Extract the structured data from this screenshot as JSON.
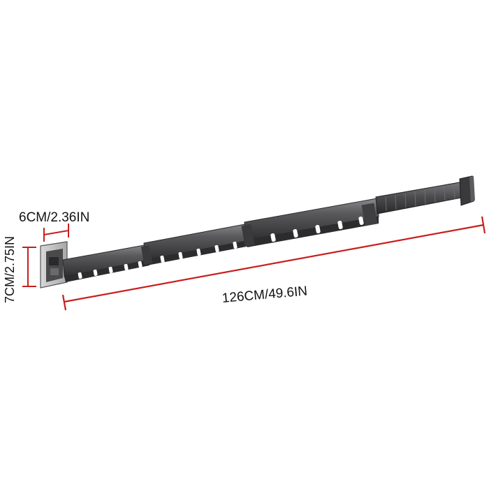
{
  "dimensions": {
    "width_label": "6CM/2.36IN",
    "height_label": "7CM/2.75IN",
    "length_label": "126CM/49.6IN"
  },
  "colors": {
    "dimension_line": "#c81e1e",
    "rail_dark": "#3a3a3c",
    "rail_mid": "#5a5a5d",
    "rail_light": "#8a8a8e",
    "background": "#ffffff"
  }
}
